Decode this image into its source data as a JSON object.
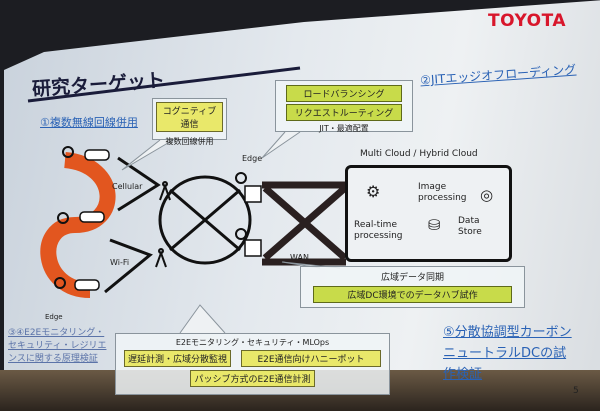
{
  "logo": "TOYOTA",
  "title": "研究ターゲット",
  "item1": {
    "label": "①複数無線回線併用",
    "tag": "コグニティブ通信",
    "sub": "複数回線併用"
  },
  "item2": {
    "label": "②JITエッジオフローディング",
    "tags": [
      "ロードバランシング",
      "リクエストルーティング"
    ],
    "sub": "JIT・最適配置"
  },
  "diagram": {
    "edge_label": "Edge",
    "edge_label_top": "Edge",
    "cellular": "Cellular",
    "wifi": "Wi-Fi",
    "wan": "WAN",
    "cloud_title": "Multi Cloud / Hybrid Cloud",
    "cloud": {
      "realtime": "Real-time processing",
      "image": "Image processing",
      "data": "Data Store"
    }
  },
  "sync": {
    "title": "広域データ同期",
    "tag": "広域DC環境でのデータハブ試作"
  },
  "item34": {
    "label": "③④E2Eモニタリング・セキュリティ・レジリエンスに関する原理検証",
    "title": "E2Eモニタリング・セキュリティ・MLOps",
    "tags": [
      "遅延計測・広域分散監視",
      "E2E通信向けハニーポット",
      "パッシブ方式のE2E通信計測"
    ]
  },
  "item5": {
    "label": "⑤分散協調型カーボンニュートラルDCの試作検証"
  },
  "page_number": "5",
  "colors": {
    "brand": "#d8162b",
    "link": "#2a62b5",
    "orange": "#e2561f",
    "yellow": "#e9e86a",
    "green": "#c8db4a"
  }
}
